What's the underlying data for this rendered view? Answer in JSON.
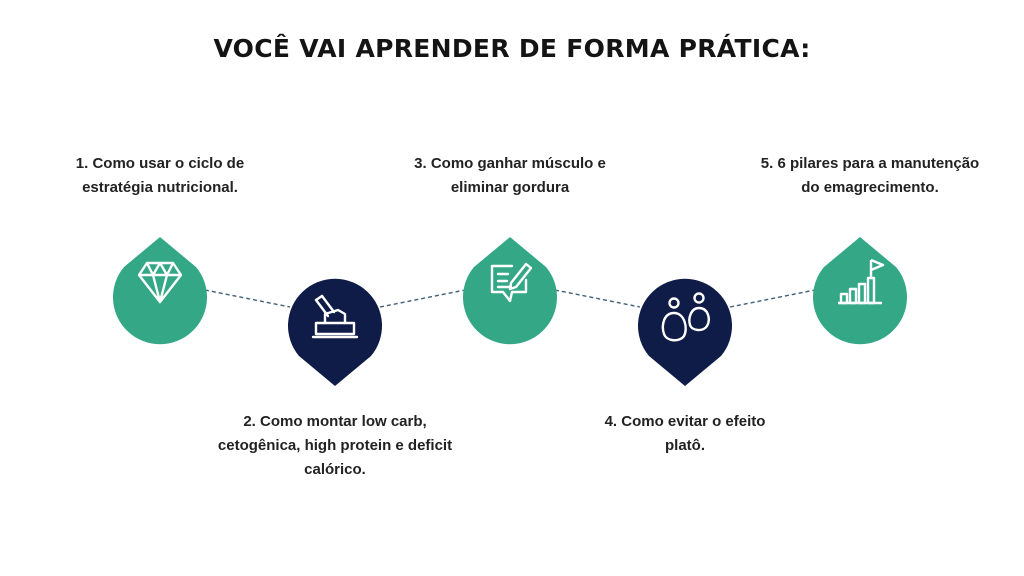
{
  "title": "VOCÊ VAI APRENDER DE FORMA PRÁTICA:",
  "colors": {
    "green": "#34a886",
    "navy": "#0f1c47",
    "line": "#3f5f78"
  },
  "steps": [
    {
      "lines": [
        "1. Como usar o ciclo de",
        "estratégia nutricional."
      ],
      "icon": "diamond-icon"
    },
    {
      "lines": [
        "2. Como montar low carb,",
        "cetogênica, high protein e deficit",
        "calórico."
      ],
      "icon": "hand-in-box-icon"
    },
    {
      "lines": [
        "3. Como ganhar músculo e",
        "eliminar gordura"
      ],
      "icon": "chat-edit-icon"
    },
    {
      "lines": [
        "4. Como evitar o efeito",
        "platô."
      ],
      "icon": "people-icon"
    },
    {
      "lines": [
        "5. 6 pilares para a manutenção",
        "do emagrecimento."
      ],
      "icon": "growth-flag-icon"
    }
  ]
}
